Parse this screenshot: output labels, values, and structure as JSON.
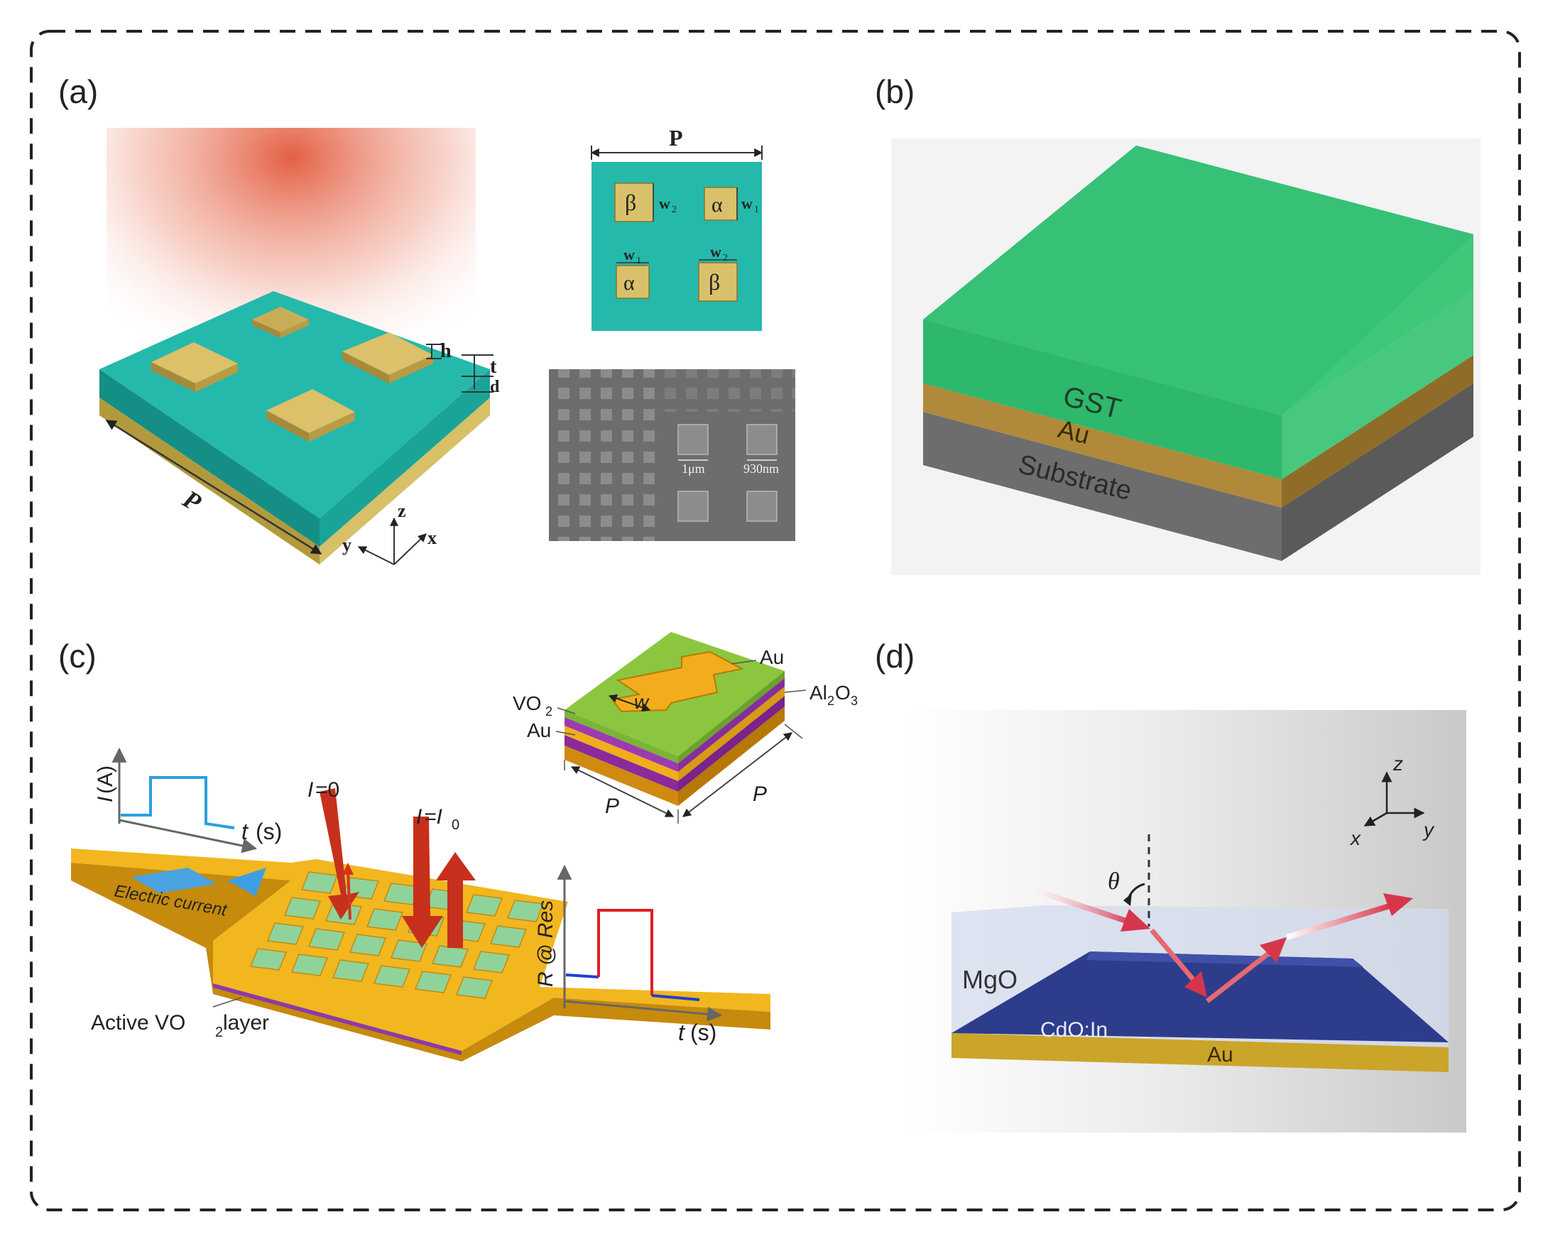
{
  "panel_labels": {
    "a": "(a)",
    "b": "(b)",
    "c": "(c)",
    "d": "(d)"
  },
  "panel_a": {
    "period": "P",
    "height_h": "h",
    "thickness_t": "t",
    "thickness_d": "d",
    "axis_x": "x",
    "axis_y": "y",
    "axis_z": "z",
    "inset": {
      "period": "P",
      "beta": "β",
      "alpha": "α",
      "w1": "w",
      "w1_sub": "1",
      "w2": "w",
      "w2_sub": "2"
    },
    "sem": {
      "scale_1": "1μm",
      "scale_2": "930nm"
    }
  },
  "panel_b": {
    "layer_top": "GST",
    "layer_mid": "Au",
    "layer_bottom": "Substrate"
  },
  "panel_c": {
    "current_axis_i": "I",
    "current_axis_unit": "(A)",
    "time_label_t": "t",
    "time_unit": "(s)",
    "electric_current": "Electric current",
    "active_layer_prefix": "Active VO",
    "active_layer_sub": "2",
    "active_layer_suffix": " layer",
    "i_zero_i": "I",
    "i_zero_rest": "=0",
    "i_i0_i": "I",
    "i_i0_eq": "=I",
    "i_i0_sub": "0",
    "r_axis": "R @ Res",
    "inset": {
      "au_top": "Au",
      "al2o3_a": "Al",
      "al2o3_2": "2",
      "al2o3_o": "O",
      "al2o3_3": "3",
      "vo2": "VO",
      "vo2_sub": "2",
      "au_left": "Au",
      "w": "w",
      "p_left": "P",
      "p_right": "P"
    }
  },
  "panel_d": {
    "mgo": "MgO",
    "cdo": "CdO:In",
    "au": "Au",
    "theta": "θ",
    "axis_x": "x",
    "axis_y": "y",
    "axis_z": "z"
  },
  "colors": {
    "teal": "#1fb3a6",
    "gold": "#c9b15a",
    "gst_green": "#2fbd72",
    "au_brown": "#b08a3a",
    "substrate_gray": "#6e6e6e",
    "c_gold": "#f0ad1c",
    "vo2_green": "#8fd39a",
    "arrow_red": "#c6301c",
    "cdo_blue": "#2e3d8a"
  }
}
